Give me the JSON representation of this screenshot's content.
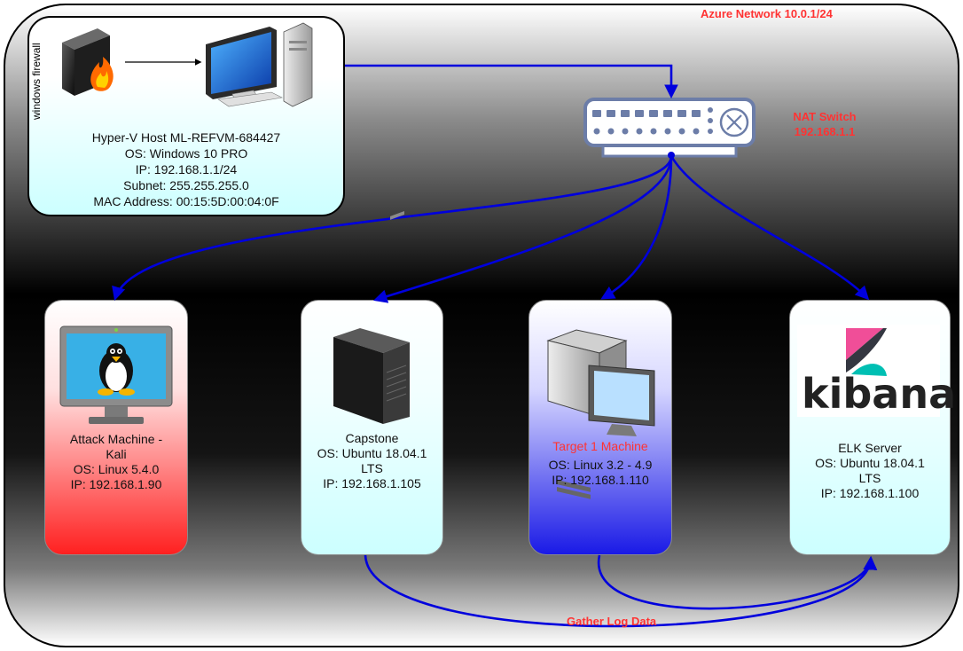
{
  "network": {
    "label": "Azure Network 10.0.1/24"
  },
  "host": {
    "firewall_label": "windows firewall",
    "lines": [
      "Hyper-V Host ML-REFVM-684427",
      "OS: Windows 10 PRO",
      "IP: 192.168.1.1/24",
      "Subnet: 255.255.255.0",
      "MAC Address: 00:15:5D:00:04:0F"
    ]
  },
  "switch": {
    "name": "NAT Switch",
    "ip": "192.168.1.1"
  },
  "machines": [
    {
      "lines": [
        "Attack Machine -",
        "Kali",
        "OS: Linux 5.4.0",
        "IP: 192.168.1.90"
      ]
    },
    {
      "lines": [
        "Capstone",
        "OS: Ubuntu 18.04.1",
        "LTS",
        "IP: 192.168.1.105"
      ]
    },
    {
      "lines": [
        "Target 1 Machine",
        "OS: Linux 3.2 - 4.9",
        "IP: 192.168.1.110"
      ]
    },
    {
      "lines": [
        "ELK Server",
        "OS: Ubuntu 18.04.1",
        "LTS",
        "IP: 192.168.1.100"
      ]
    }
  ],
  "kibana": {
    "logo_text": "kibana"
  },
  "flows": {
    "gather_label": "Gather Log Data"
  },
  "colors": {
    "connector": "#0000dd",
    "label_red": "#ff3333"
  }
}
